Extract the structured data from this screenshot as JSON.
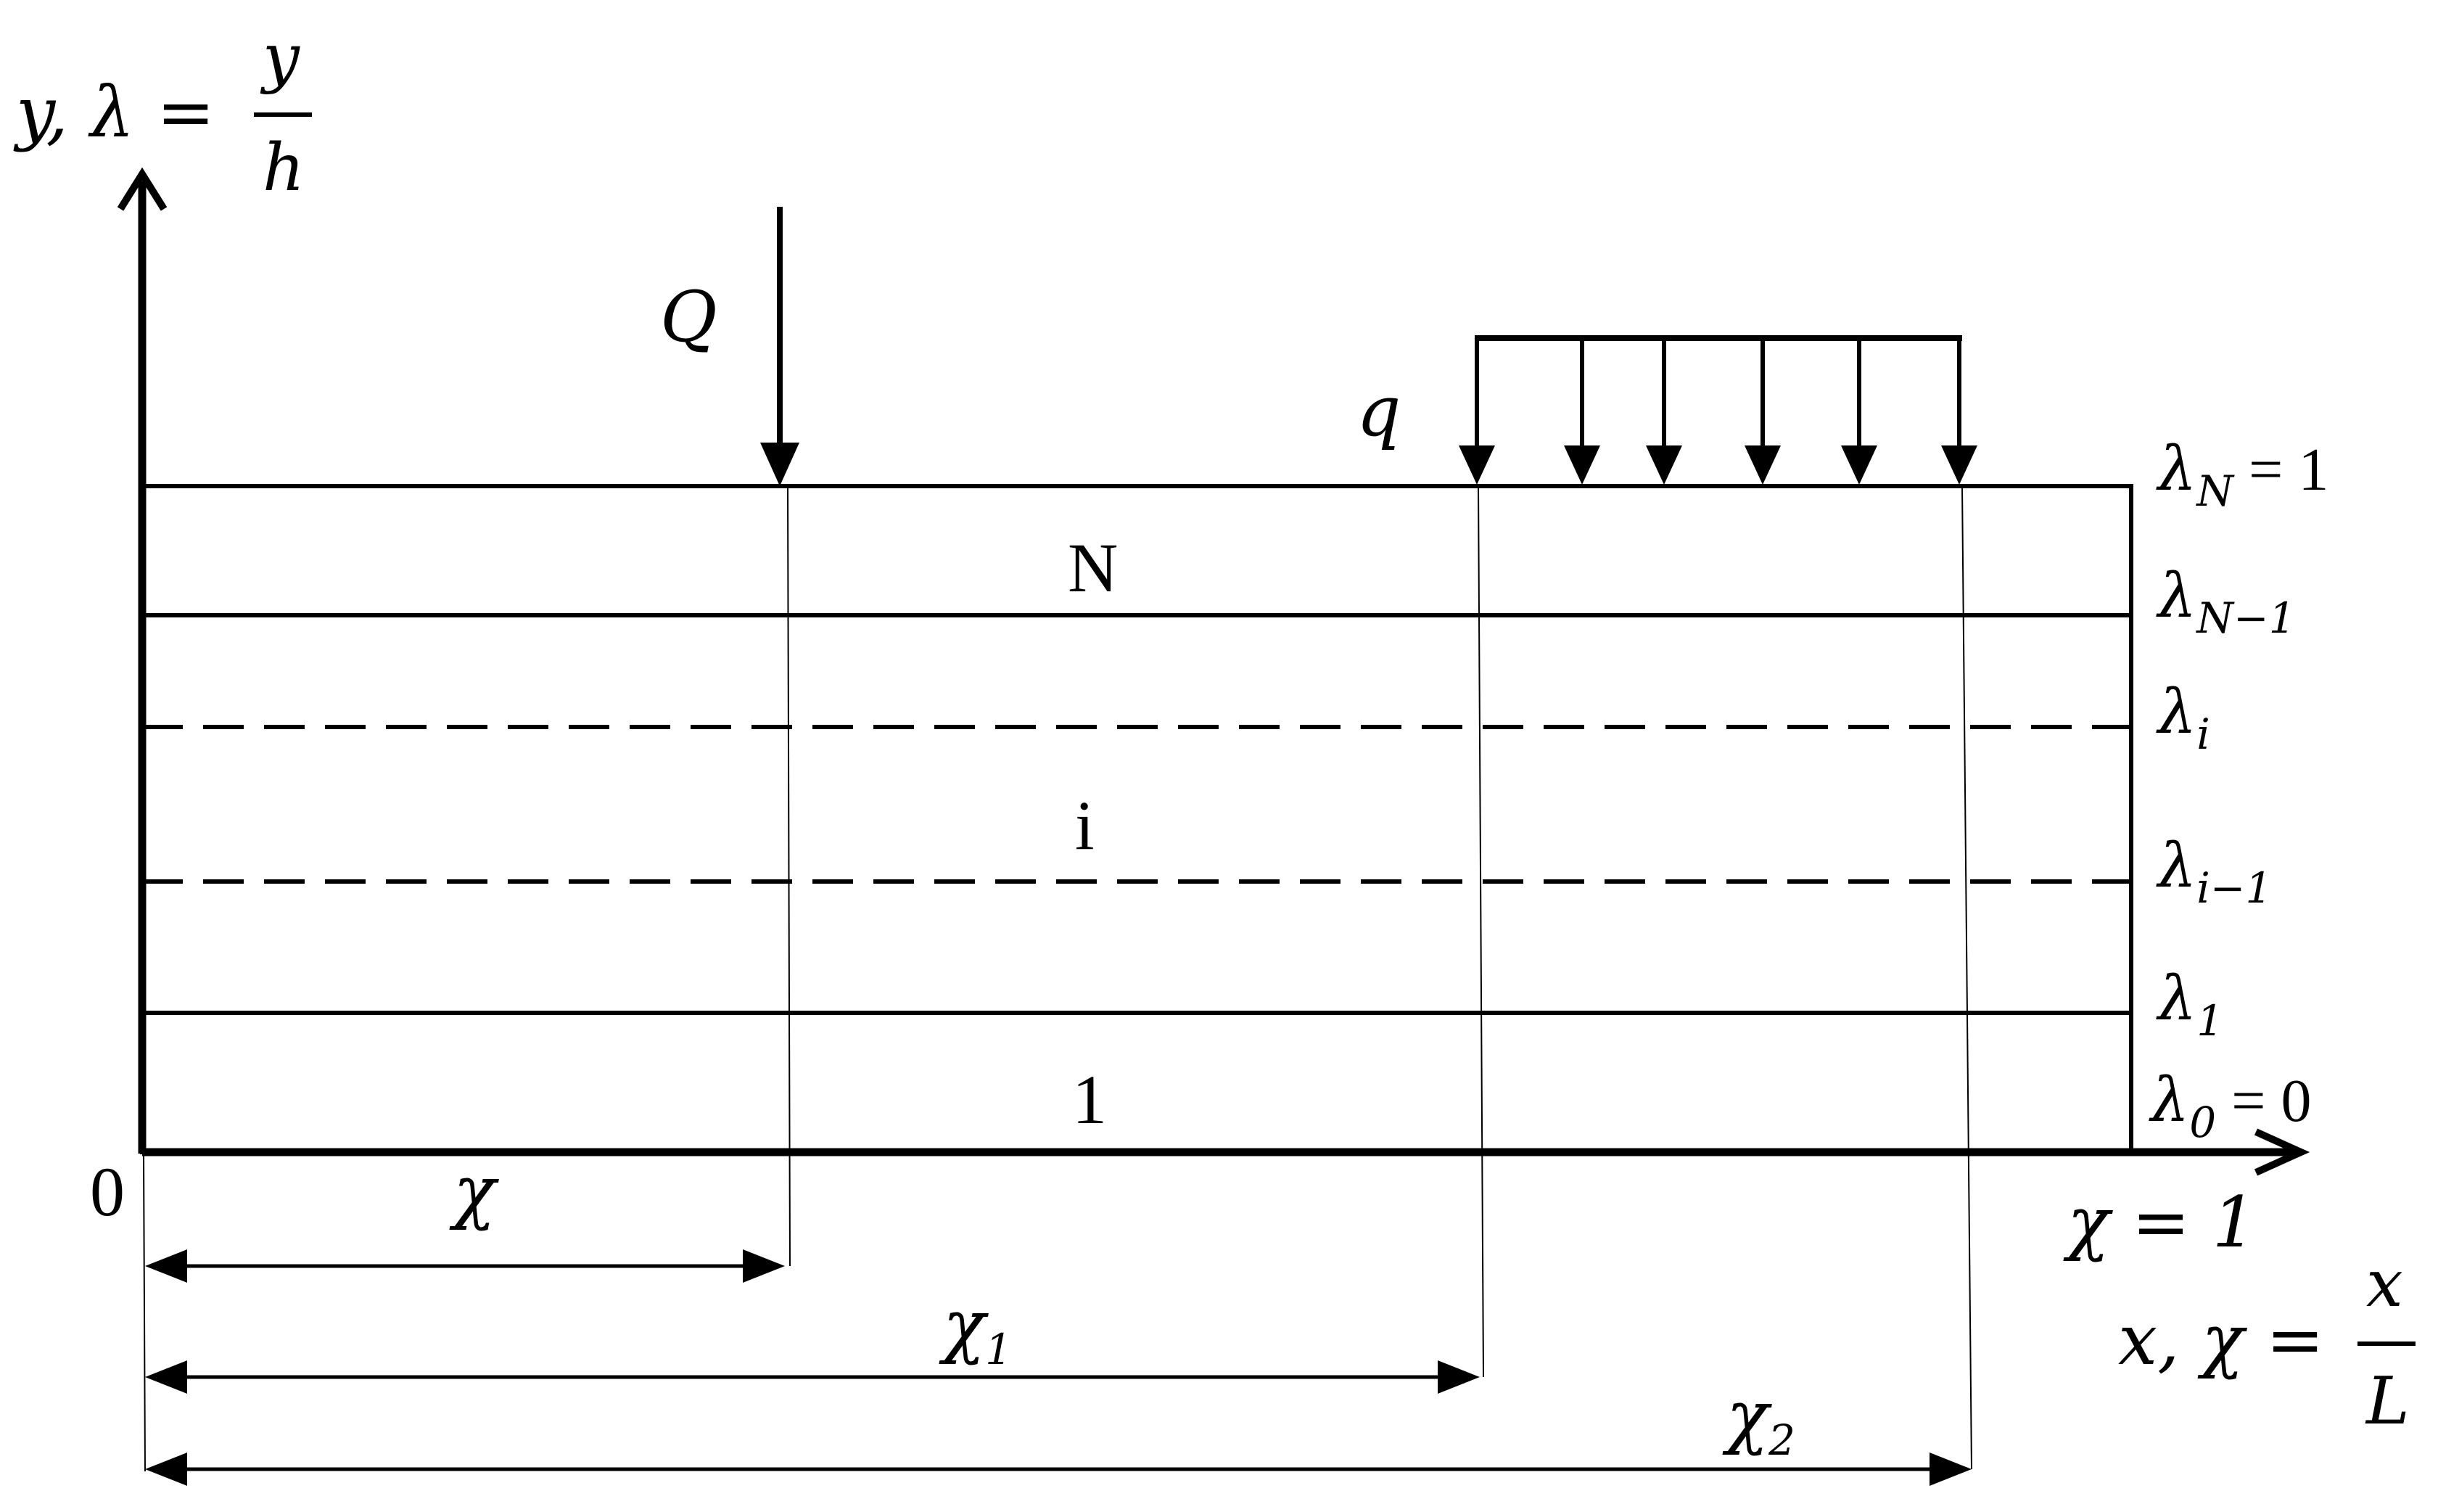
{
  "axes": {
    "y_label": "y, λ =",
    "y_frac_num": "y",
    "y_frac_den": "h",
    "x_label": "x, χ =",
    "x_frac_num": "x",
    "x_frac_den": "L",
    "origin": "0",
    "x_end": "χ = 1"
  },
  "loads": {
    "point_load": "Q",
    "distributed_load": "q"
  },
  "layers": {
    "top_layer": "N",
    "middle_layer": "i",
    "bottom_layer": "1"
  },
  "interfaces": {
    "lambda_N": {
      "base": "λ",
      "sub": "N",
      "suffix": " = 1"
    },
    "lambda_N_minus_1": {
      "base": "λ",
      "sub": "N−1"
    },
    "lambda_i": {
      "base": "λ",
      "sub": "i"
    },
    "lambda_i_minus_1": {
      "base": "λ",
      "sub": "i−1"
    },
    "lambda_1": {
      "base": "λ",
      "sub": "1"
    },
    "lambda_0": {
      "base": "λ",
      "sub": "0",
      "suffix": " = 0"
    }
  },
  "dimensions": {
    "chi": {
      "base": "χ"
    },
    "chi_1": {
      "base": "χ",
      "sub": "1"
    },
    "chi_2": {
      "base": "χ",
      "sub": "2"
    }
  }
}
